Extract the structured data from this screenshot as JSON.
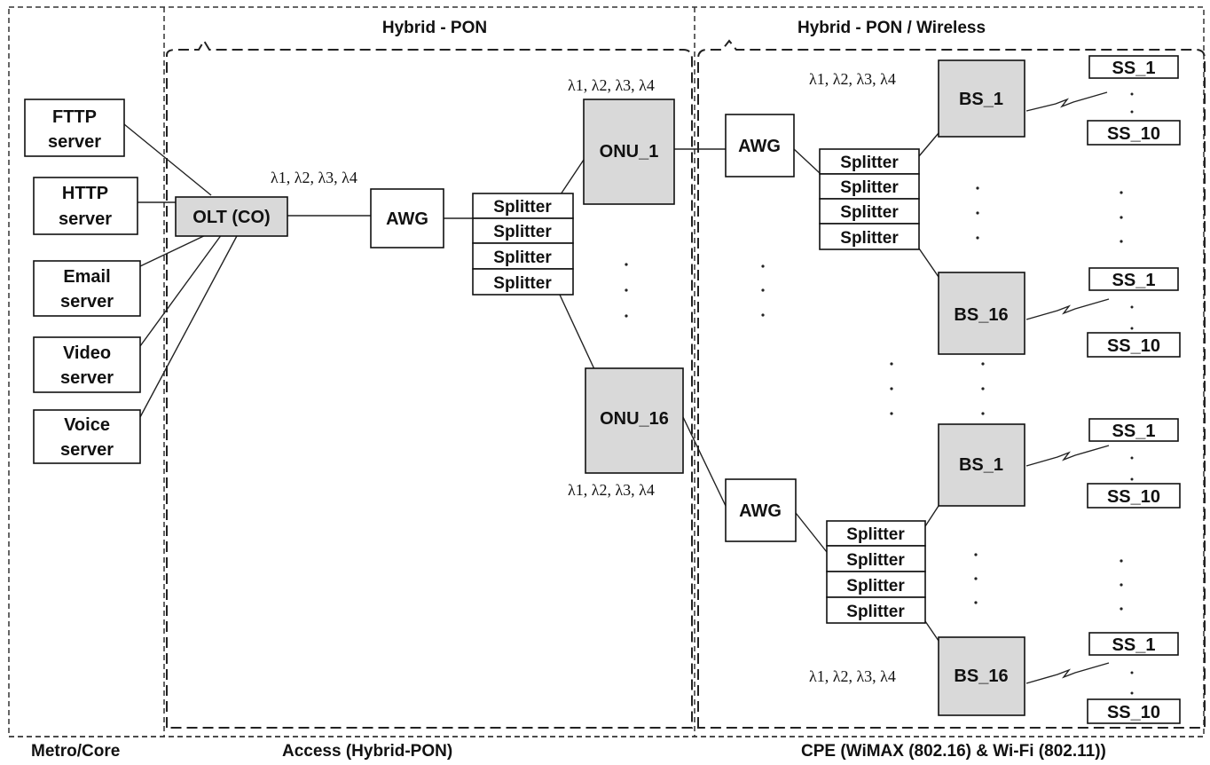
{
  "headers": {
    "hybrid_pon": "Hybrid - PON",
    "hybrid_pon_wireless": "Hybrid - PON / Wireless"
  },
  "footers": {
    "metro": "Metro/Core",
    "access": "Access (Hybrid-PON)",
    "cpe": "CPE (WiMAX (802.16) & Wi-Fi (802.11))"
  },
  "servers": [
    {
      "line1": "FTTP",
      "line2": "server"
    },
    {
      "line1": "HTTP",
      "line2": "server"
    },
    {
      "line1": "Email",
      "line2": "server"
    },
    {
      "line1": "Video",
      "line2": "server"
    },
    {
      "line1": "Voice",
      "line2": "server"
    }
  ],
  "olt": "OLT (CO)",
  "awg": "AWG",
  "splitter": "Splitter",
  "onu": {
    "first": "ONU_1",
    "last": "ONU_16"
  },
  "bs": {
    "first": "BS_1",
    "last": "BS_16"
  },
  "ss": {
    "first": "SS_1",
    "last": "SS_10"
  },
  "wavelengths": "λ1, λ2, λ3, λ4"
}
